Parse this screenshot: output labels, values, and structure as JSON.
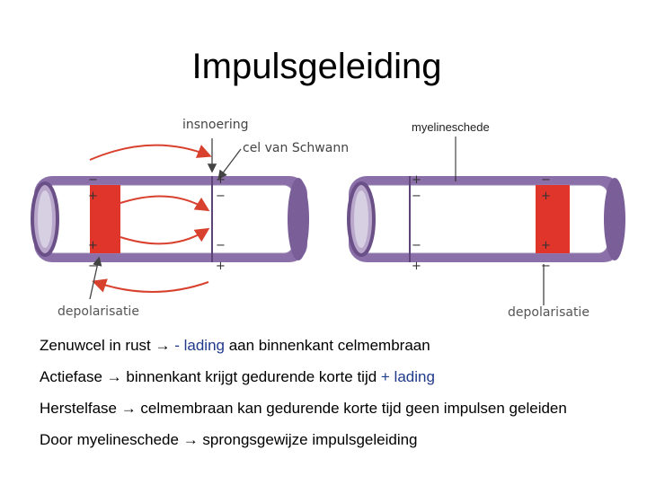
{
  "title": "Impulsgeleiding",
  "labels": {
    "insnoering": "insnoering",
    "cel_van_schwann": "cel van Schwann",
    "myelineschede": "myelineschede",
    "depolarisatie_left": "depolarisatie",
    "depolarisatie_right": "depolarisatie"
  },
  "lines": [
    {
      "a": "Zenuwcel in rust ",
      "arrow": "→",
      "b": " - lading",
      "c": " aan binnenkant celmembraan"
    },
    {
      "a": "Actiefase ",
      "arrow": "→",
      "b": " binnenkant krijgt gedurende korte tijd ",
      "c": "+ lading"
    },
    {
      "a": "Herstelfase ",
      "arrow": "→",
      "b": " celmembraan kan gedurende korte tijd geen impulsen geleiden",
      "c": ""
    },
    {
      "a": "Door myelineschede ",
      "arrow": "→",
      "b": " sprongsgewijze impulsgeleiding",
      "c": ""
    }
  ],
  "signs": {
    "plus": "+",
    "minus": "−"
  },
  "colors": {
    "membrane": "#8b6fa8",
    "membrane_dark": "#6b5088",
    "depolarized": "#e0352b",
    "arrow": "#d9412f"
  }
}
